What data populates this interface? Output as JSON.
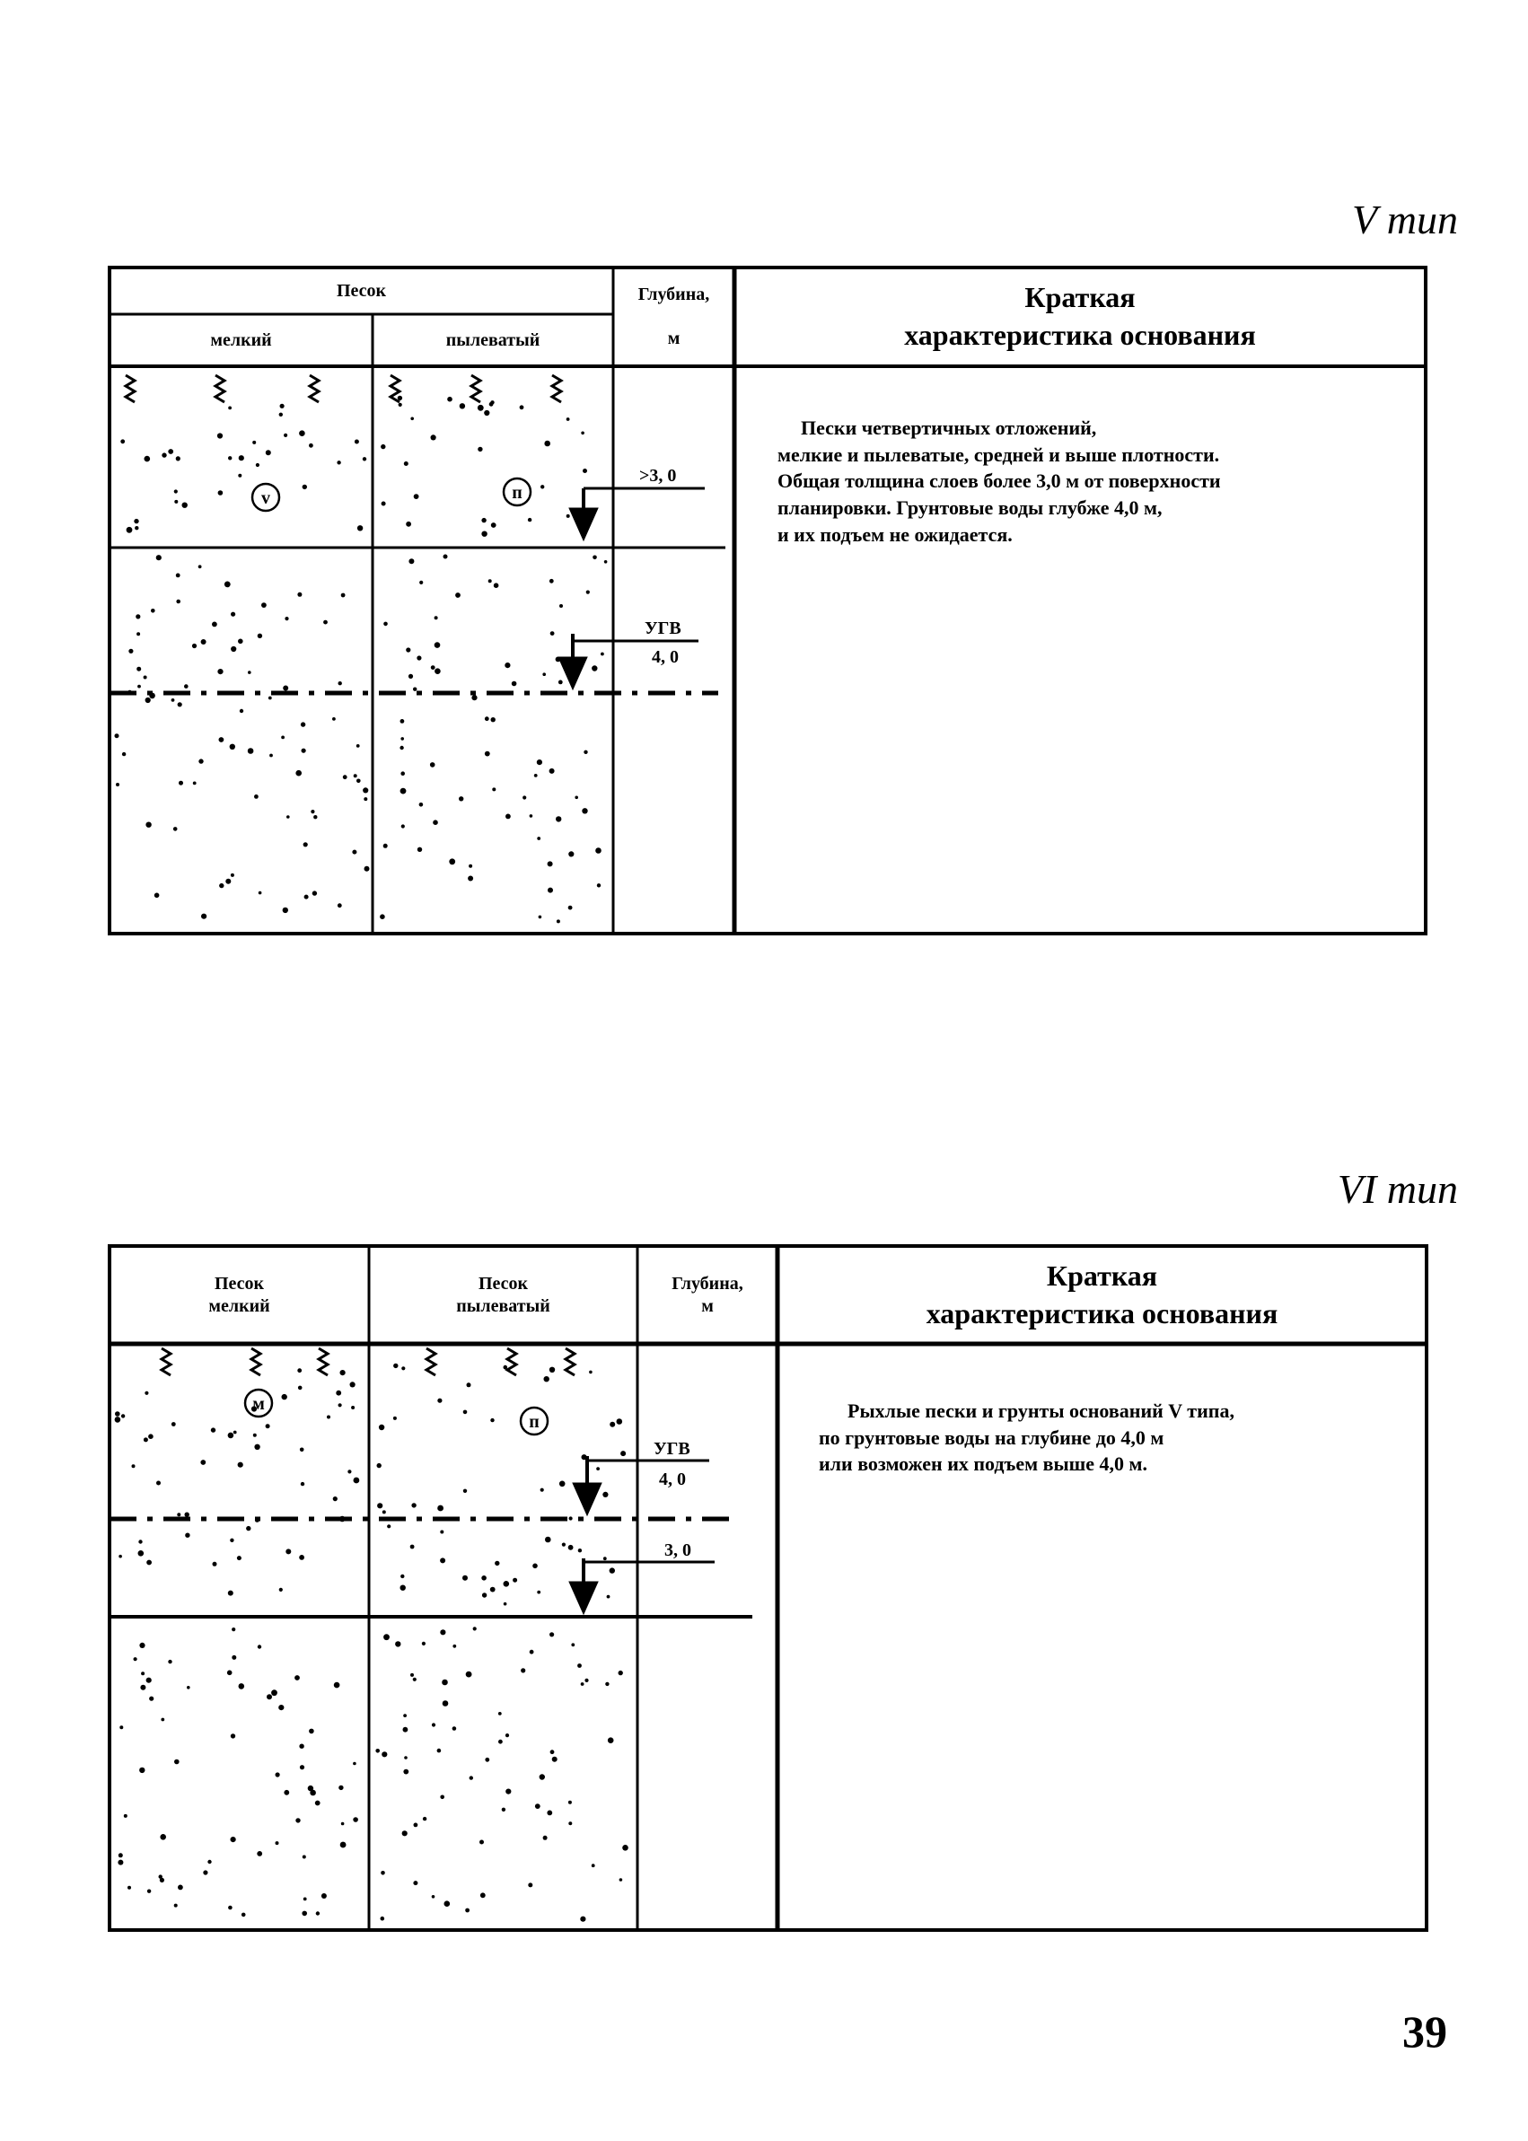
{
  "type5": {
    "title": "V тип",
    "sand_header": "Песок",
    "fine_header": "мелкий",
    "silty_header": "пылеватый",
    "depth_header_1": "Глубина,",
    "depth_header_2": "м",
    "desc_header_1": "Краткая",
    "desc_header_2": "характеристика основания",
    "symbol_fine": "v",
    "symbol_silty": "п",
    "marker_1": ">3, 0",
    "marker_2_top": "УГВ",
    "marker_2_bottom": "4, 0",
    "description": [
      "Пески четвертичных отложений,",
      "мелкие и пылеватые, средней и выше плотности.",
      "Общая толщина слоев более 3,0 м от поверхности",
      "планировки. Грунтовые воды глубже 4,0 м,",
      "и их подъем не ожидается."
    ]
  },
  "type6": {
    "title": "VI тип",
    "fine_header_1": "Песок",
    "fine_header_2": "мелкий",
    "silty_header_1": "Песок",
    "silty_header_2": "пылеватый",
    "depth_header_1": "Глубина,",
    "depth_header_2": "м",
    "desc_header_1": "Краткая",
    "desc_header_2": "характеристика основания",
    "symbol_fine": "м",
    "symbol_silty": "п",
    "marker_1_top": "УГВ",
    "marker_1_bottom": "4, 0",
    "marker_2": "3, 0",
    "description": [
      "Рыхлые пески и грунты оснований V типа,",
      "по грунтовые воды на глубине до 4,0 м",
      "или возможен их подъем выше 4,0 м."
    ]
  },
  "page_number": "39"
}
